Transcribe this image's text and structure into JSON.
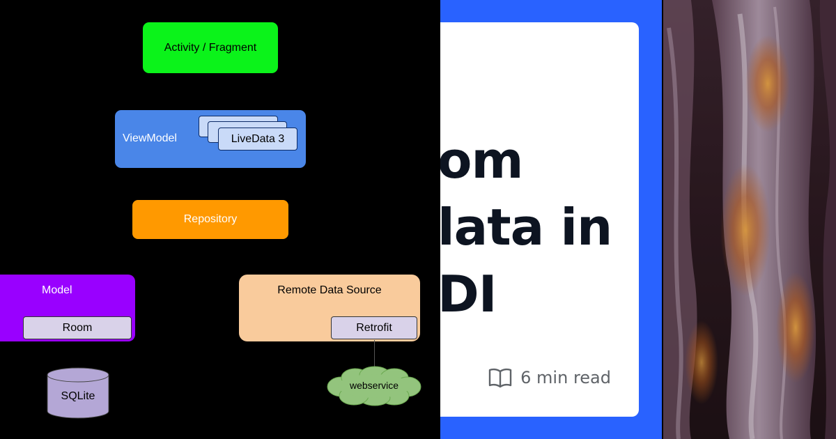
{
  "diagram": {
    "activity_label": "Activity / Fragment",
    "viewmodel_label": "ViewModel",
    "livedata_label": "LiveData 3",
    "repository_label": "Repository",
    "model_label": "Model",
    "room_label": "Room",
    "remote_label": "Remote Data Source",
    "retrofit_label": "Retrofit",
    "sqlite_label": "SQLite",
    "webservice_label": "webservice",
    "colors": {
      "activity": "#0bf31a",
      "viewmodel": "#4a86e8",
      "repository": "#ff9900",
      "model": "#9900ff",
      "remote": "#f9cb9c",
      "sqlite": "#b4a7d6",
      "webservice": "#93c47d"
    }
  },
  "article": {
    "title_lines": [
      "om",
      "lata in",
      "DI"
    ],
    "read_time": "6 min read",
    "icon": "book-open-icon",
    "accent_color": "#2962ff"
  },
  "photo": {
    "description_icon": "abstract-photo"
  }
}
